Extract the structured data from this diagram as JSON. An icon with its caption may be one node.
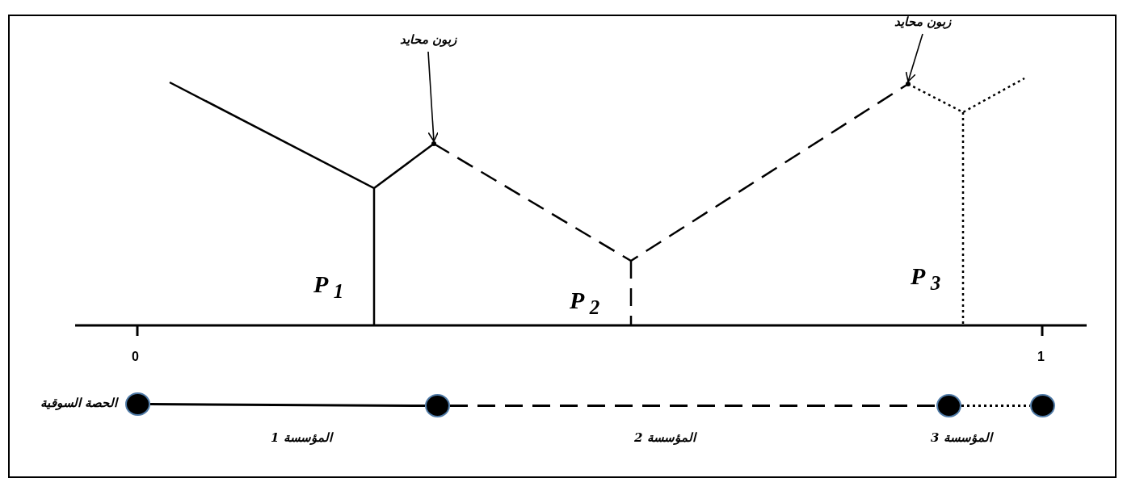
{
  "diagram": {
    "nodes": [
      {
        "text": [
          "زبون محايد"
        ]
      },
      {
        "text": [
          "زبون محايد"
        ]
      },
      {
        "text": [],
        "shape": "circle",
        "beside": [
          "الحصة السوقية"
        ]
      },
      {
        "text": [],
        "shape": "circle"
      },
      {
        "text": [],
        "shape": "circle"
      },
      {
        "text": [],
        "shape": "circle"
      },
      {
        "text": [],
        "shape": "point"
      },
      {
        "text": [],
        "shape": "point"
      }
    ],
    "edges": [
      {
        "from": 0,
        "to": 6,
        "arrow": "to"
      },
      {
        "from": 1,
        "to": 7,
        "arrow": "to"
      },
      {
        "from": 2,
        "to": 3,
        "arrow": "none"
      },
      {
        "from": 3,
        "to": 4,
        "arrow": "none",
        "style": "dashed"
      },
      {
        "from": 4,
        "to": 5,
        "arrow": "none",
        "style": "dashed"
      }
    ],
    "labels": [
      "P $_{1}$",
      "P $_{2}$",
      "P $_{3}$",
      "0",
      "1",
      "المؤسسة 1",
      "المؤسسة 2",
      "المؤسسة 3"
    ]
  }
}
